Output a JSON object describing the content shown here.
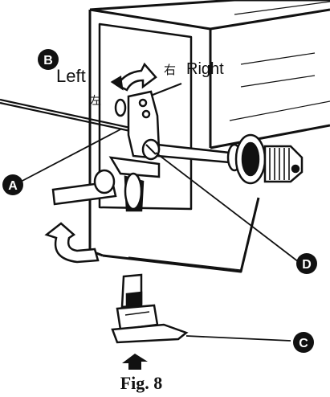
{
  "labels": {
    "left_text": "Left",
    "left_kanji": "左",
    "right_kanji": "右",
    "right_text": "Right"
  },
  "callouts": {
    "a": "A",
    "b": "B",
    "c": "C",
    "d": "D"
  },
  "caption": "Fig. 8",
  "colors": {
    "ink": "#111111",
    "paper": "#ffffff"
  }
}
